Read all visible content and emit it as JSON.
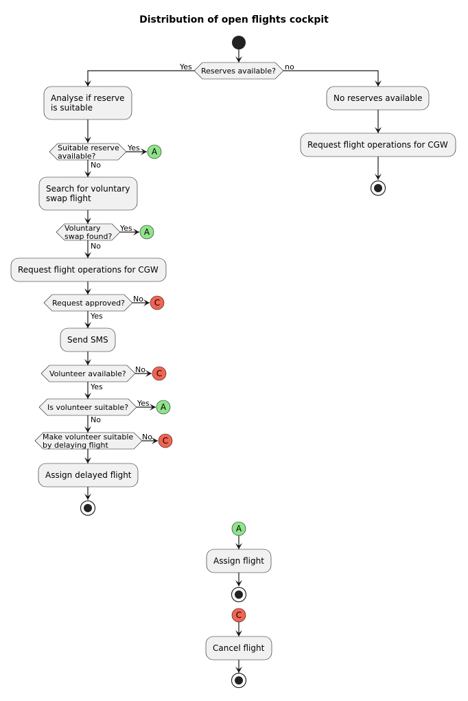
{
  "title": "Distribution of open flights cockpit",
  "colors": {
    "connector_a": "#90E38A",
    "connector_c": "#F06452",
    "node_fill": "#F1F1F1",
    "stroke": "#181818"
  },
  "decisions": {
    "reserves_available": {
      "lines": [
        "Reserves available?"
      ],
      "yes": "Yes",
      "no": "no"
    },
    "suitable_reserve": {
      "lines": [
        "Suitable reserve",
        "available?"
      ],
      "yes": "Yes",
      "no": "No"
    },
    "voluntary_swap": {
      "lines": [
        "Voluntary",
        "swap found?"
      ],
      "yes": "Yes",
      "no": "No"
    },
    "request_approved": {
      "lines": [
        "Request approved?"
      ],
      "yes": "Yes",
      "no": "No"
    },
    "volunteer_available": {
      "lines": [
        "Volunteer available?"
      ],
      "yes": "Yes",
      "no": "No"
    },
    "volunteer_suitable": {
      "lines": [
        "Is volunteer suitable?"
      ],
      "yes": "Yes",
      "no": "No"
    },
    "delay_flight": {
      "lines": [
        "Make volunteer suitable",
        "by delaying flight"
      ],
      "no": "No"
    }
  },
  "activities": {
    "analyse_reserve": [
      "Analyse if reserve",
      "is suitable"
    ],
    "search_swap": [
      "Search for voluntary",
      "swap flight"
    ],
    "request_cgw_left": [
      "Request flight operations for CGW"
    ],
    "send_sms": [
      "Send SMS"
    ],
    "assign_delayed": [
      "Assign delayed flight"
    ],
    "no_reserves": [
      "No reserves available"
    ],
    "request_cgw_right": [
      "Request flight operations for CGW"
    ],
    "assign_flight": [
      "Assign flight"
    ],
    "cancel_flight": [
      "Cancel flight"
    ]
  },
  "connectors": {
    "a": "A",
    "c": "C"
  }
}
